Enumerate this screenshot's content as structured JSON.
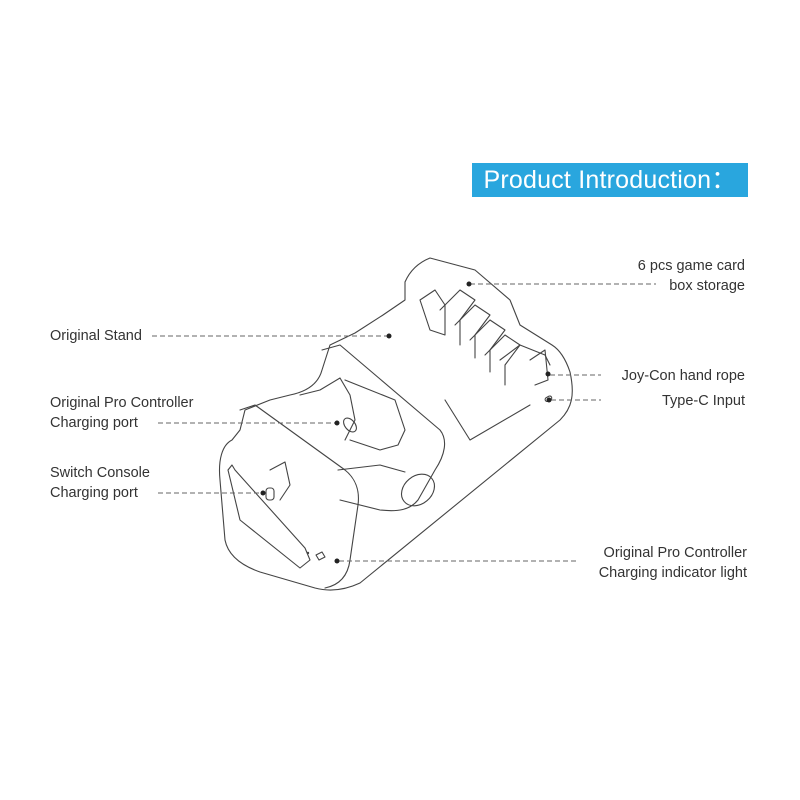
{
  "title": "Product Introduction：",
  "callouts": {
    "game_card": [
      "6 pcs game card",
      "box storage"
    ],
    "original_stand": "Original Stand",
    "pro_port": [
      "Original Pro Controller",
      "Charging port"
    ],
    "switch_port": [
      "Switch Console",
      "Charging port"
    ],
    "joycon_rope": "Joy-Con hand rope",
    "type_c": "Type-C Input",
    "indicator": [
      "Original Pro Controller",
      "Charging indicator light"
    ]
  },
  "colors": {
    "banner": "#29a6de",
    "text": "#333333",
    "line": "#444444"
  }
}
